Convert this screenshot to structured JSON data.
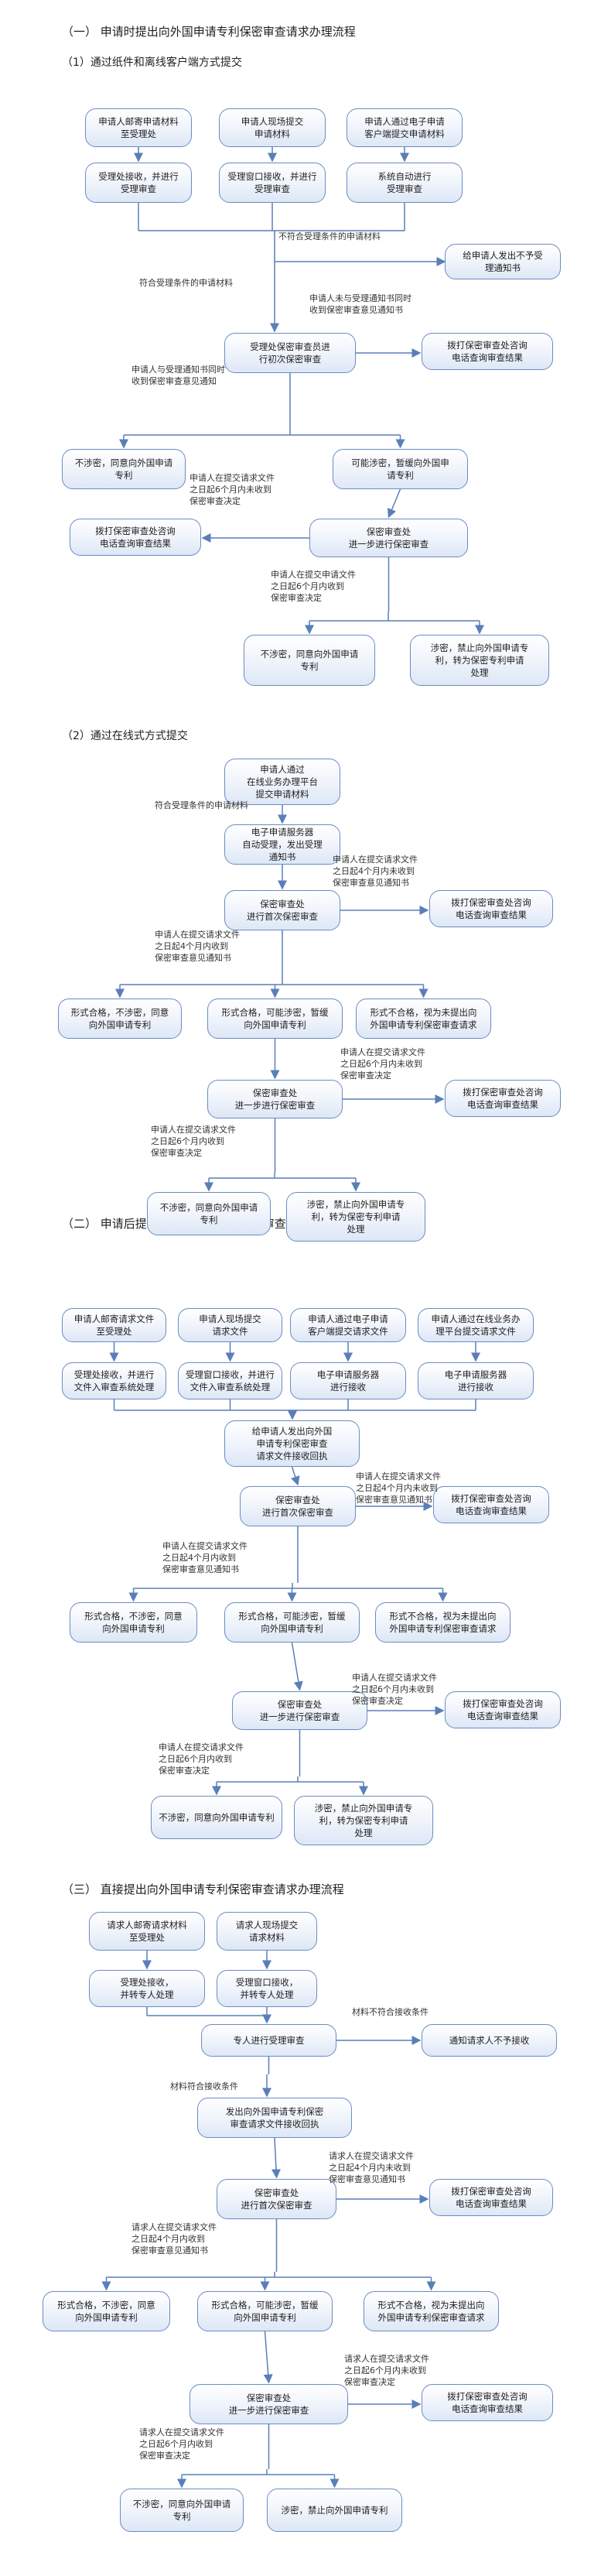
{
  "sections": [
    {
      "heading": "（一） 申请时提出向外国申请专利保密审查请求办理流程",
      "subheading": "（1）通过纸件和离线客户端方式提交",
      "nodes": [
        {
          "id": "s1-mail",
          "text": "申请人邮寄申请材料\n至受理处"
        },
        {
          "id": "s1-window",
          "text": "申请人现场提交\n申请材料"
        },
        {
          "id": "s1-online",
          "text": "申请人通过电子申请\n客户端提交申请材料"
        },
        {
          "id": "s1-accept-mail",
          "text": "受理处接收，并进行\n受理审查"
        },
        {
          "id": "s1-accept-window",
          "text": "受理窗口接收，并进行\n受理审查"
        },
        {
          "id": "s1-system",
          "text": "系统自动进行\n受理审查"
        },
        {
          "id": "s1-notice-reject",
          "text": "给申请人发出不予受\n理通知书"
        },
        {
          "id": "s1-preliminary",
          "text": "受理处保密审查员进\n行初次保密审查"
        },
        {
          "id": "s1-phone-1",
          "text": "拨打保密审查处咨询\n电话查询审查结果"
        },
        {
          "id": "s1-not-involved",
          "text": "不涉密，同意向外国申请\n专利"
        },
        {
          "id": "s1-may-involve",
          "text": "可能涉密，暂缓向外国申\n请专利"
        },
        {
          "id": "s1-further",
          "text": "保密审查处\n进一步进行保密审查"
        },
        {
          "id": "s1-phone-2",
          "text": "拨打保密审查处咨询\n电话查询审查结果"
        },
        {
          "id": "s1-final-ok",
          "text": "不涉密，同意向外国申请\n专利"
        },
        {
          "id": "s1-final-no",
          "text": "涉密，禁止向外国申请专\n利，转为保密专利申请\n处理"
        }
      ],
      "notes": [
        {
          "id": "s1-n1",
          "text": "不符合受理条件的申请材料"
        },
        {
          "id": "s1-n2",
          "text": "符合受理条件的申请材料"
        },
        {
          "id": "s1-n3",
          "text": "申请人未与受理通知书同时\n收到保密审查意见通知书"
        },
        {
          "id": "s1-n4",
          "text": "申请人与受理通知书同时\n收到保密审查意见通知"
        },
        {
          "id": "s1-n5",
          "text": "申请人在提交请求文件\n之日起6个月内未收到\n保密审查决定"
        },
        {
          "id": "s1-n6",
          "text": "申请人在提交申请文件\n之日起6个月内收到\n保密审查决定"
        }
      ]
    },
    {
      "heading": "",
      "subheading": "（2）通过在线式方式提交",
      "nodes": [
        {
          "id": "s2-online",
          "text": "申请人通过\n在线业务办理平台\n提交申请材料"
        },
        {
          "id": "s2-server",
          "text": "电子申请服务器\n自动受理，发出受理\n通知书"
        },
        {
          "id": "s2-preliminary",
          "text": "保密审查处\n进行首次保密审查"
        },
        {
          "id": "s2-phone-1",
          "text": "拨打保密审查处咨询\n电话查询审查结果"
        },
        {
          "id": "s2-ok",
          "text": "形式合格，不涉密，同意\n向外国申请专利"
        },
        {
          "id": "s2-may",
          "text": "形式合格，可能涉密，暂缓\n向外国申请专利"
        },
        {
          "id": "s2-bad",
          "text": "形式不合格，视为未提出向\n外国申请专利保密审查请求"
        },
        {
          "id": "s2-further",
          "text": "保密审查处\n进一步进行保密审查"
        },
        {
          "id": "s2-phone-2",
          "text": "拨打保密审查处咨询\n电话查询审查结果"
        },
        {
          "id": "s2-final-ok",
          "text": "不涉密，同意向外国申请\n专利"
        },
        {
          "id": "s2-final-no",
          "text": "涉密，禁止向外国申请专\n利，转为保密专利申请\n处理"
        }
      ],
      "notes": [
        {
          "id": "s2-n1",
          "text": "符合受理条件的申请材料"
        },
        {
          "id": "s2-n2",
          "text": "申请人在提交请求文件\n之日起4个月内未收到\n保密审查意见通知书"
        },
        {
          "id": "s2-n3",
          "text": "申请人在提交请求文件\n之日起4个月内收到\n保密审查意见通知书"
        },
        {
          "id": "s2-n4",
          "text": "申请人在提交请求文件\n之日起6个月内未收到\n保密审查决定"
        },
        {
          "id": "s2-n5",
          "text": "申请人在提交请求文件\n之日起6个月内收到\n保密审查决定"
        }
      ]
    },
    {
      "heading": "（二） 申请后提出向外国申请专利保密审查请求办理流程",
      "subheading": "",
      "nodes": [
        {
          "id": "s3-mail",
          "text": "申请人邮寄请求文件\n至受理处"
        },
        {
          "id": "s3-window",
          "text": "申请人现场提交\n请求文件"
        },
        {
          "id": "s3-client",
          "text": "申请人通过电子申请\n客户端提交请求文件"
        },
        {
          "id": "s3-platform",
          "text": "申请人通过在线业务办\n理平台提交请求文件"
        },
        {
          "id": "s3-accept-mail",
          "text": "受理处接收，并进行\n文件入审查系统处理"
        },
        {
          "id": "s3-accept-window",
          "text": "受理窗口接收，并进行\n文件入审查系统处理"
        },
        {
          "id": "s3-server-1",
          "text": "电子申请服务器\n进行接收"
        },
        {
          "id": "s3-server-2",
          "text": "电子申请服务器\n进行接收"
        },
        {
          "id": "s3-receipt",
          "text": "给申请人发出向外国\n申请专利保密审查\n请求文件接收回执"
        },
        {
          "id": "s3-preliminary",
          "text": "保密审查处\n进行首次保密审查"
        },
        {
          "id": "s3-phone-1",
          "text": "拨打保密审查处咨询\n电话查询审查结果"
        },
        {
          "id": "s3-ok",
          "text": "形式合格，不涉密，同意\n向外国申请专利"
        },
        {
          "id": "s3-may",
          "text": "形式合格，可能涉密，暂缓\n向外国申请专利"
        },
        {
          "id": "s3-bad",
          "text": "形式不合格，视为未提出向\n外国申请专利保密审查请求"
        },
        {
          "id": "s3-further",
          "text": "保密审查处\n进一步进行保密审查"
        },
        {
          "id": "s3-phone-2",
          "text": "拨打保密审查处咨询\n电话查询审查结果"
        },
        {
          "id": "s3-final-ok",
          "text": "不涉密，同意向外国申请专利"
        },
        {
          "id": "s3-final-no",
          "text": "涉密，禁止向外国申请专\n利，转为保密专利申请\n处理"
        }
      ],
      "notes": [
        {
          "id": "s3-n1",
          "text": "申请人在提交请求文件\n之日起4个月内未收到\n保密审查意见通知书"
        },
        {
          "id": "s3-n2",
          "text": "申请人在提交请求文件\n之日起4个月内收到\n保密审查意见通知书"
        },
        {
          "id": "s3-n3",
          "text": "申请人在提交请求文件\n之日起6个月内未收到\n保密审查决定"
        },
        {
          "id": "s3-n4",
          "text": "申请人在提交请求文件\n之日起6个月内收到\n保密审查决定"
        }
      ]
    },
    {
      "heading": "（三） 直接提出向外国申请专利保密审查请求办理流程",
      "subheading": "",
      "nodes": [
        {
          "id": "s4-mail",
          "text": "请求人邮寄请求材料\n至受理处"
        },
        {
          "id": "s4-window",
          "text": "请求人现场提交\n请求材料"
        },
        {
          "id": "s4-accept-mail",
          "text": "受理处接收，\n并转专人处理"
        },
        {
          "id": "s4-accept-window",
          "text": "受理窗口接收，\n并转专人处理"
        },
        {
          "id": "s4-review",
          "text": "专人进行受理审查"
        },
        {
          "id": "s4-reject",
          "text": "通知请求人不予接收"
        },
        {
          "id": "s4-receipt",
          "text": "发出向外国申请专利保密\n审查请求文件接收回执"
        },
        {
          "id": "s4-preliminary",
          "text": "保密审查处\n进行首次保密审查"
        },
        {
          "id": "s4-phone-1",
          "text": "拨打保密审查处咨询\n电话查询审查结果"
        },
        {
          "id": "s4-ok",
          "text": "形式合格，不涉密，同意\n向外国申请专利"
        },
        {
          "id": "s4-may",
          "text": "形式合格，可能涉密，暂缓\n向外国申请专利"
        },
        {
          "id": "s4-bad",
          "text": "形式不合格，视为未提出向\n外国申请专利保密审查请求"
        },
        {
          "id": "s4-further",
          "text": "保密审查处\n进一步进行保密审查"
        },
        {
          "id": "s4-phone-2",
          "text": "拨打保密审查处咨询\n电话查询审查结果"
        },
        {
          "id": "s4-final-ok",
          "text": "不涉密，同意向外国申请\n专利"
        },
        {
          "id": "s4-final-no",
          "text": "涉密，禁止向外国申请专利"
        }
      ],
      "notes": [
        {
          "id": "s4-n1",
          "text": "材料不符合接收条件"
        },
        {
          "id": "s4-n2",
          "text": "材料符合接收条件"
        },
        {
          "id": "s4-n3",
          "text": "请求人在提交请求文件\n之日起4个月内未收到\n保密审查意见通知书"
        },
        {
          "id": "s4-n4",
          "text": "请求人在提交请求文件\n之日起4个月内收到\n保密审查意见通知书"
        },
        {
          "id": "s4-n5",
          "text": "请求人在提交请求文件\n之日起6个月内未收到\n保密审查决定"
        },
        {
          "id": "s4-n6",
          "text": "请求人在提交请求文件\n之日起6个月内收到\n保密审查决定"
        }
      ]
    }
  ],
  "colors": {
    "box_border": "#6b8cc3",
    "box_fill_top": "#ffffff",
    "box_fill_bottom": "#dde7f6",
    "arrow": "#5a7fb8"
  }
}
